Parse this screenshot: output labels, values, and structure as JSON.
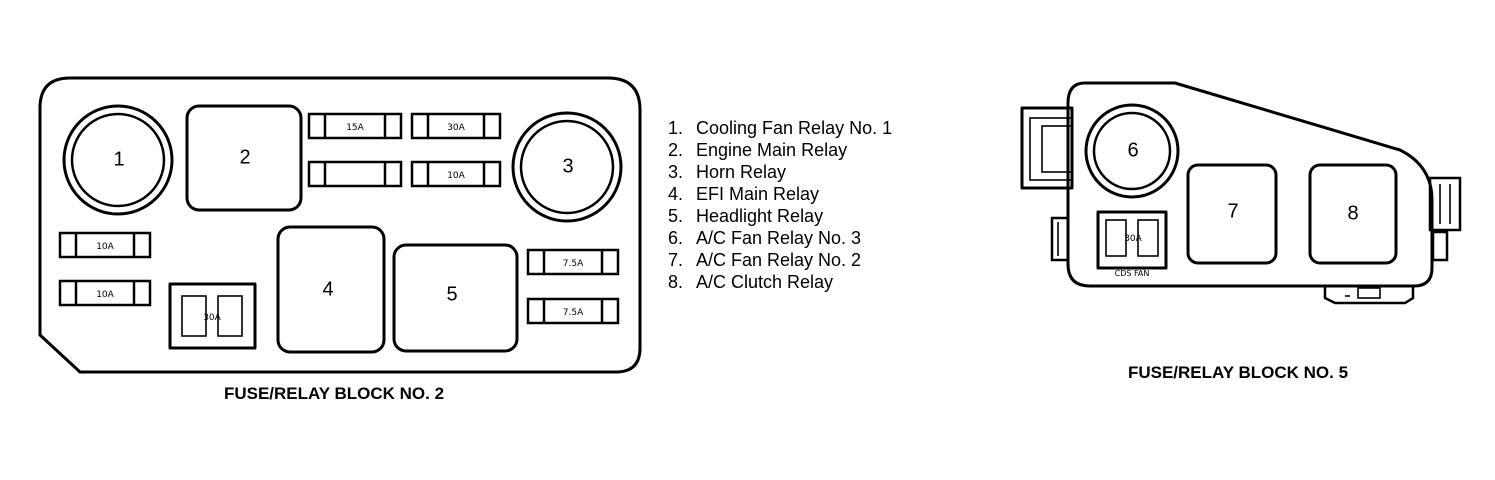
{
  "legend": [
    {
      "num": "1.",
      "label": "Cooling Fan Relay No. 1"
    },
    {
      "num": "2.",
      "label": "Engine Main Relay"
    },
    {
      "num": "3.",
      "label": "Horn Relay"
    },
    {
      "num": "4.",
      "label": "EFI Main Relay"
    },
    {
      "num": "5.",
      "label": "Headlight Relay"
    },
    {
      "num": "6.",
      "label": "A/C Fan Relay No. 3"
    },
    {
      "num": "7.",
      "label": "A/C Fan Relay No. 2"
    },
    {
      "num": "8.",
      "label": "A/C Clutch Relay"
    }
  ],
  "block2": {
    "caption": "FUSE/RELAY BLOCK NO. 2",
    "relays": [
      "1",
      "2",
      "3",
      "4",
      "5"
    ],
    "fuses": [
      "15A",
      "30A",
      "",
      "10A",
      "10A",
      "10A",
      "7.5A",
      "7.5A"
    ],
    "main_fuse": "30A"
  },
  "block5": {
    "caption": "FUSE/RELAY BLOCK NO. 5",
    "relays": [
      "6",
      "7",
      "8"
    ],
    "main_fuse": "30A",
    "main_fuse_tag": "CDS FAN"
  }
}
